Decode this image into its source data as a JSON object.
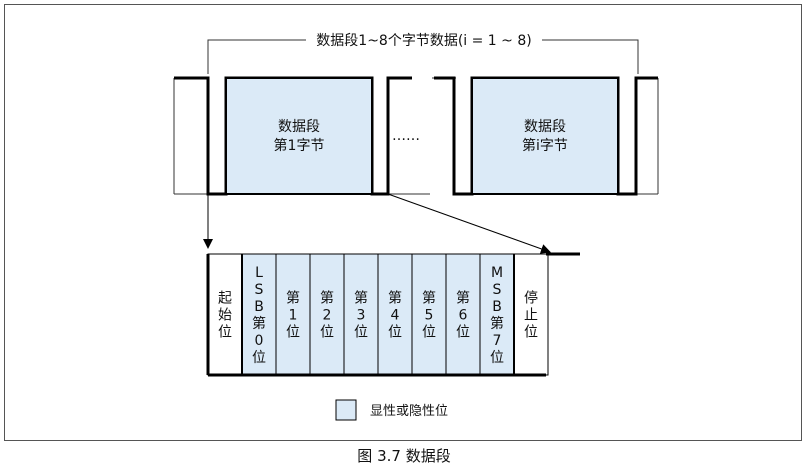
{
  "header_label": "数据段1~8个字节数据(i = 1 ~ 8)",
  "byte_boxes": [
    {
      "line1": "数据段",
      "line2": "第1字节"
    },
    {
      "line1": "数据段",
      "line2": "第i字节"
    }
  ],
  "ellipsis": "……",
  "bit_cells": [
    {
      "chars": [
        "起",
        "始",
        "位"
      ],
      "highlight": false
    },
    {
      "chars": [
        "L",
        "S",
        "B",
        "第",
        "0",
        "位"
      ],
      "highlight": true
    },
    {
      "chars": [
        "第",
        "1",
        "位"
      ],
      "highlight": true
    },
    {
      "chars": [
        "第",
        "2",
        "位"
      ],
      "highlight": true
    },
    {
      "chars": [
        "第",
        "3",
        "位"
      ],
      "highlight": true
    },
    {
      "chars": [
        "第",
        "4",
        "位"
      ],
      "highlight": true
    },
    {
      "chars": [
        "第",
        "5",
        "位"
      ],
      "highlight": true
    },
    {
      "chars": [
        "第",
        "6",
        "位"
      ],
      "highlight": true
    },
    {
      "chars": [
        "M",
        "S",
        "B",
        "第",
        "7",
        "位"
      ],
      "highlight": true
    },
    {
      "chars": [
        "停",
        "止",
        "位"
      ],
      "highlight": false
    }
  ],
  "legend_label": "显性或隐性位",
  "caption": "图 3.7  数据段",
  "colors": {
    "fill": "#dbeaf7",
    "line": "#000000",
    "thin": "#333333"
  }
}
